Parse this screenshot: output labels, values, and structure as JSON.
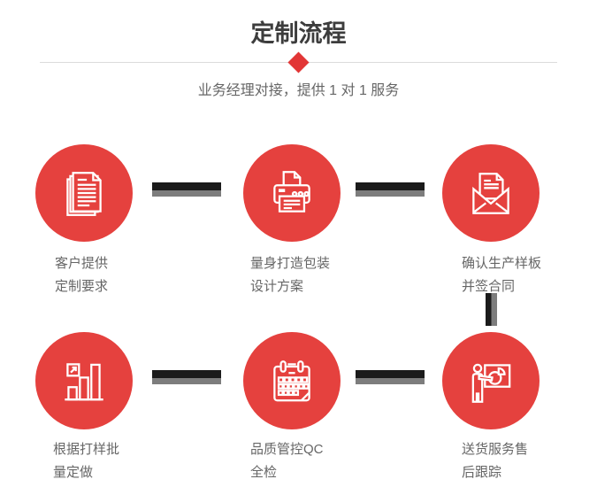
{
  "colors": {
    "accent_red": "#e5413e",
    "diamond_red": "#e23636",
    "connector_dark": "#1b1b1b",
    "connector_gray": "#7d7d7d",
    "divider_gray": "#dcdcdc",
    "title_color": "#3d3d3d",
    "text_color": "#666666",
    "icon_stroke": "#ffffff"
  },
  "header": {
    "title": "定制流程",
    "subtitle": "业务经理对接，提供 1 对 1 服务"
  },
  "steps": [
    {
      "icon": "documents-stack-icon",
      "lines": [
        "客户提供",
        "定制要求"
      ]
    },
    {
      "icon": "printer-icon",
      "lines": [
        "量身打造包装",
        "设计方案"
      ]
    },
    {
      "icon": "envelope-letter-icon",
      "lines": [
        "确认生产样板",
        "并签合同"
      ]
    },
    {
      "icon": "growth-bar-chart-icon",
      "lines": [
        "根据打样批",
        "量定做"
      ]
    },
    {
      "icon": "calendar-icon",
      "lines": [
        "品质管控QC",
        "全检"
      ]
    },
    {
      "icon": "presentation-board-icon",
      "lines": [
        "送货服务售",
        "后跟踪"
      ]
    }
  ]
}
